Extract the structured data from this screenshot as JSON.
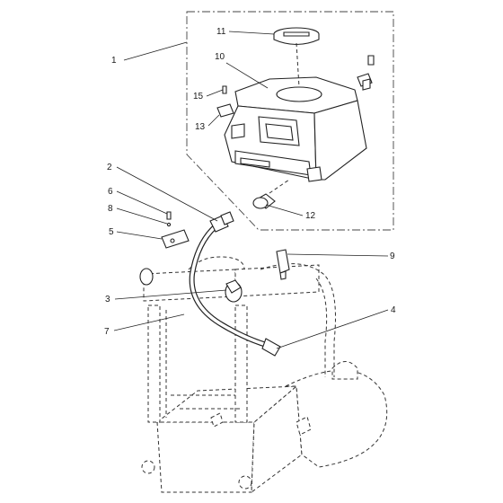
{
  "callouts": [
    {
      "id": "1",
      "text": "1"
    },
    {
      "id": "2",
      "text": "2"
    },
    {
      "id": "3",
      "text": "3"
    },
    {
      "id": "4",
      "text": "4"
    },
    {
      "id": "5",
      "text": "5"
    },
    {
      "id": "6",
      "text": "6"
    },
    {
      "id": "7",
      "text": "7"
    },
    {
      "id": "8",
      "text": "8"
    },
    {
      "id": "9",
      "text": "9"
    },
    {
      "id": "10",
      "text": "10"
    },
    {
      "id": "11",
      "text": "11"
    },
    {
      "id": "12",
      "text": "12"
    },
    {
      "id": "13",
      "text": "13"
    },
    {
      "id": "15",
      "text": "15"
    }
  ]
}
